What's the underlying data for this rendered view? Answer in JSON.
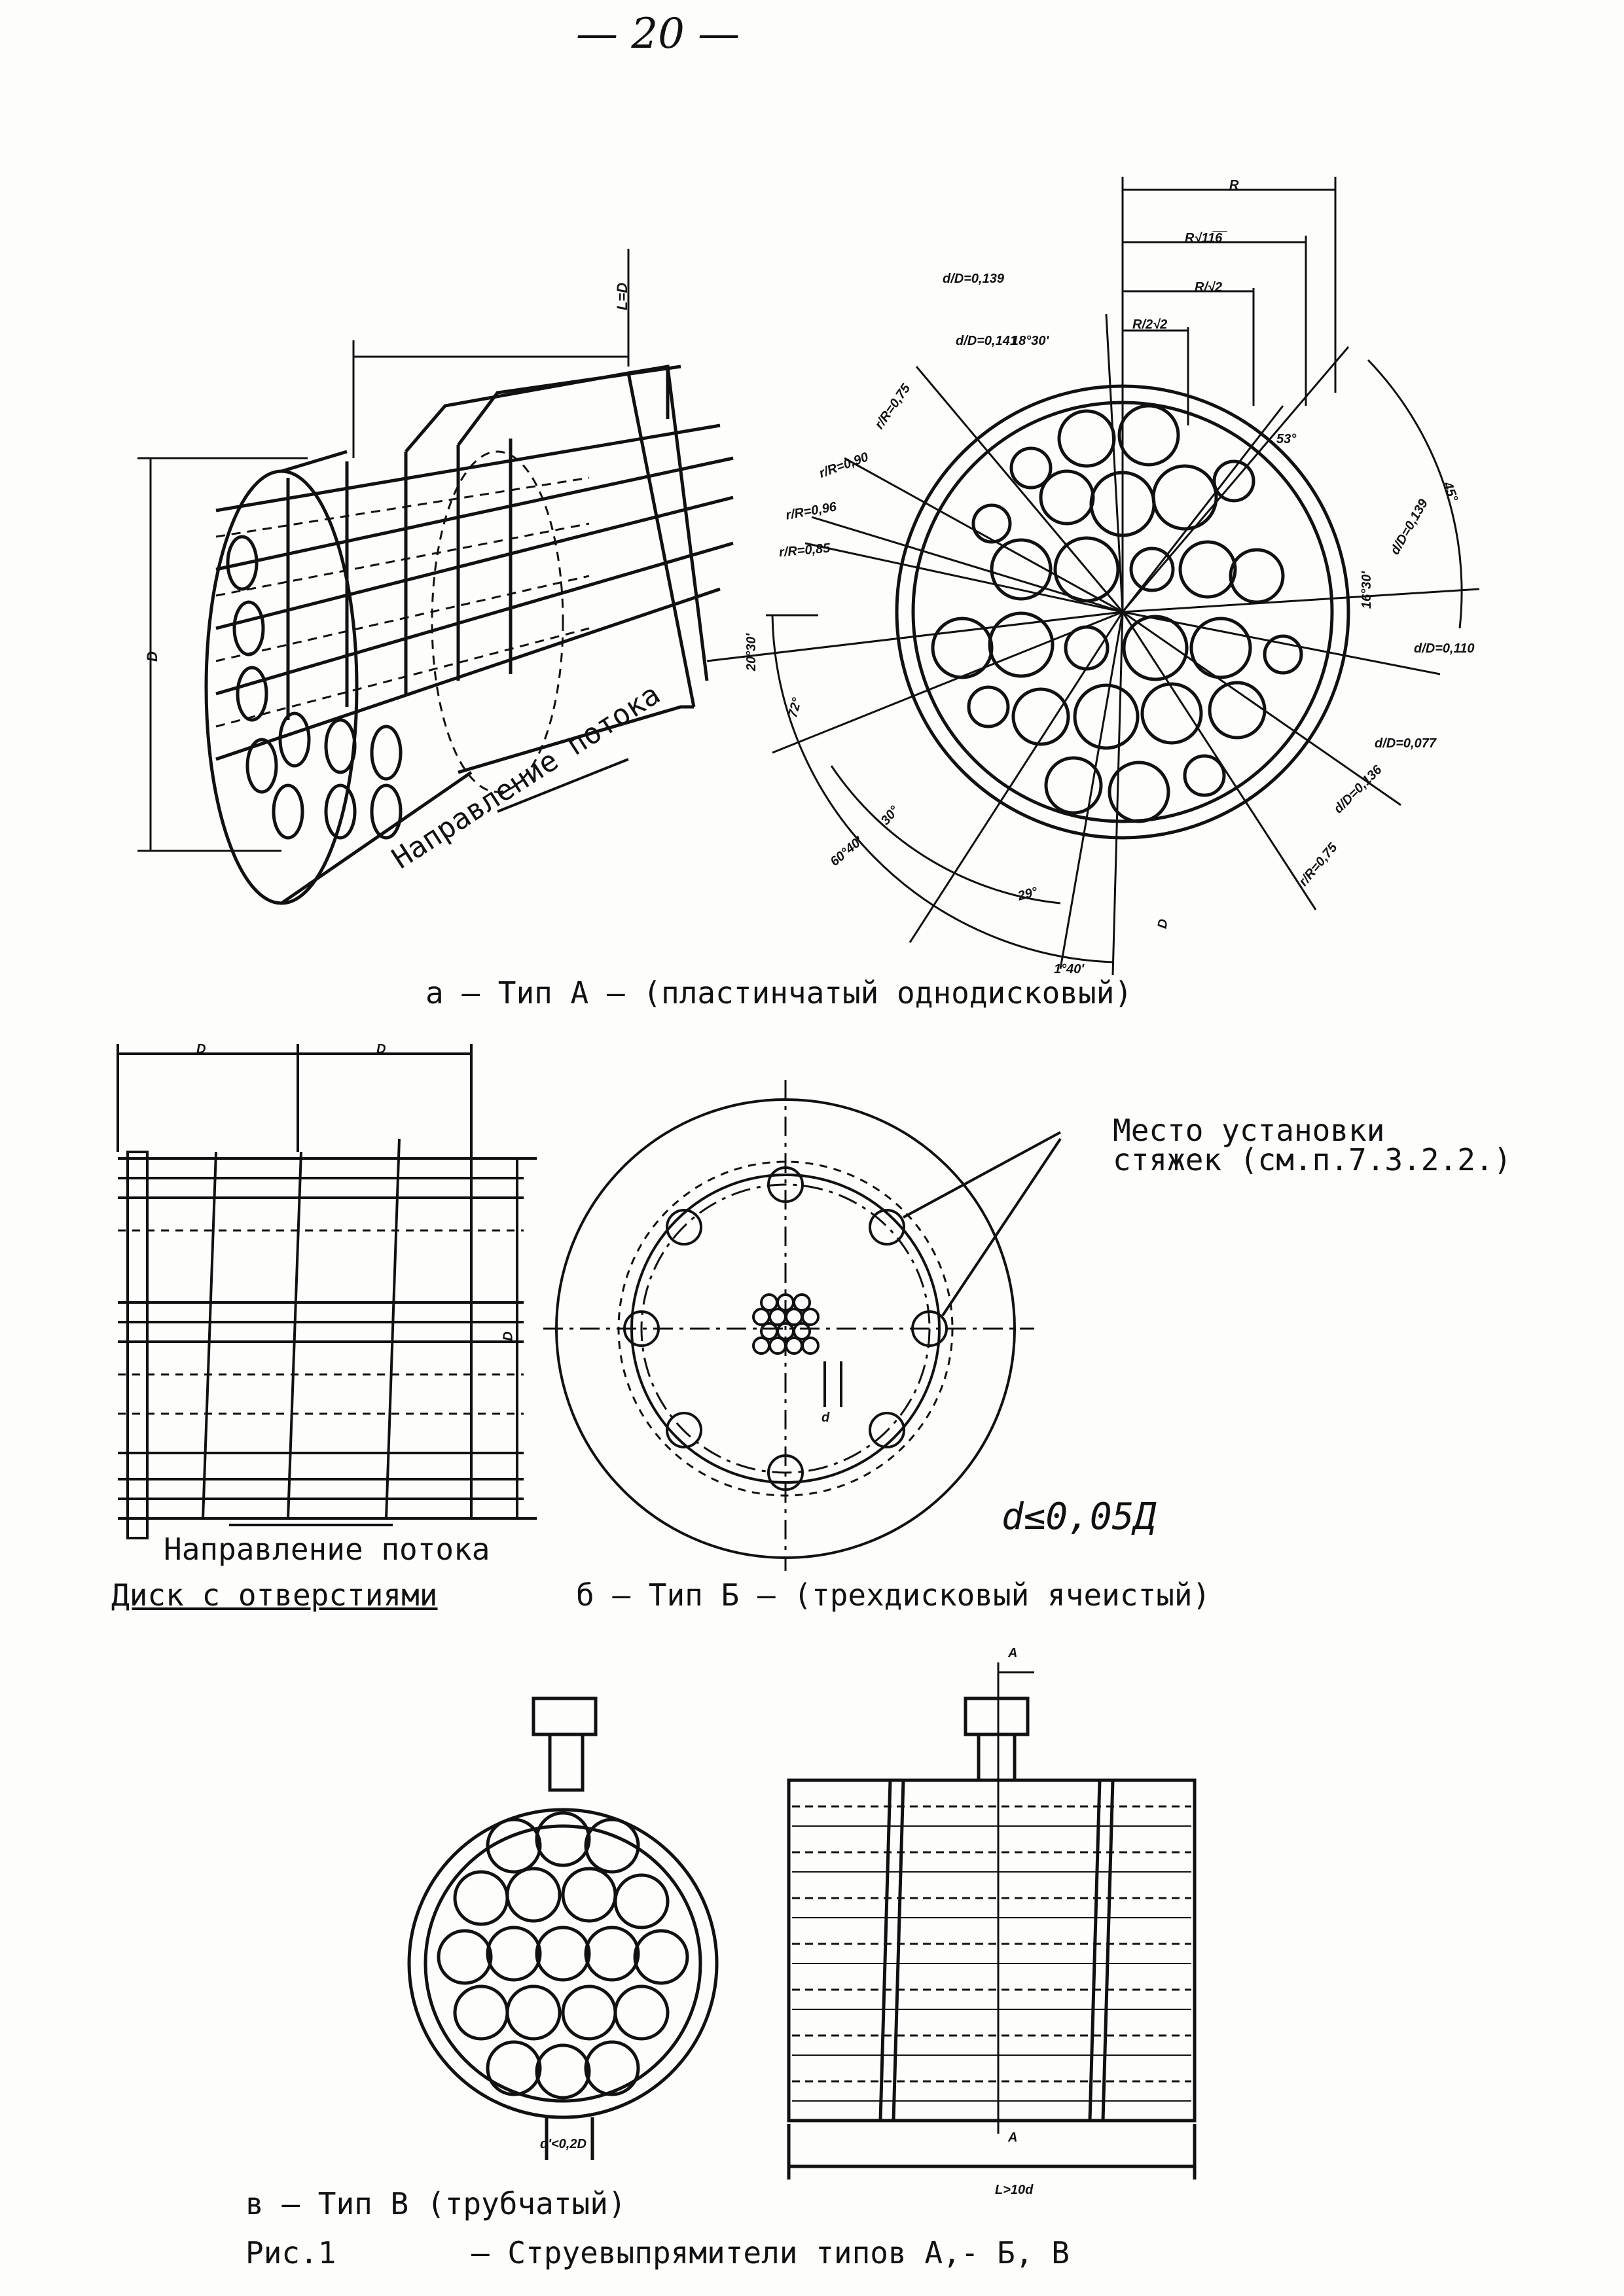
{
  "page_number": "— 20 —",
  "fig_a": {
    "caption": "а – Тип А – (пластинчатый однодисковый)",
    "flow_label": "Направление потока",
    "dim_length": "L=D",
    "dim_diameter": "D",
    "labels": {
      "R": "R",
      "R_sqrt": "R√11̅6̅",
      "R_half_sqrt2": "R/√2",
      "R_2sqrt2": "R/2√2",
      "do_139a": "d/D=0,139",
      "do_141": "d/D=0,141",
      "ang_18_30": "18°30'",
      "rR_075": "r/R=0,75",
      "rR_090": "r/R=0,90",
      "rR_096": "r/R=0,96",
      "rR_085": "r/R=0,85",
      "ang_53": "53°",
      "ang_45": "45°",
      "ang_16_30": "16°30'",
      "do_139b": "d/D=0,139",
      "do_110": "d/D=0,110",
      "do_077": "d/D=0,077",
      "do_136": "d/D=0,136",
      "rR_075b": "r/R=0,75",
      "ang_20_30": "20°30'",
      "ang_72": "72°",
      "ang_30": "30°",
      "ang_60_40": "60°40'",
      "ang_29": "29°",
      "ang_1_40": "1°40'",
      "D_label": "D"
    }
  },
  "fig_b": {
    "caption": "б – Тип Б – (трехдисковый ячеистый)",
    "flow_label": "Направление потока",
    "disk_label": "Диск с отверстиями",
    "place_label_1": "Место установки",
    "place_label_2": "стяжек (см.п.7.3.2.2.)",
    "formula": "d≤0,05Д",
    "dim_d": "D",
    "small_d": "d"
  },
  "fig_c": {
    "caption": "в – Тип В (трубчатый)",
    "dim_tube": "d'<0,2D",
    "dim_length": "L>10d",
    "section_a": "A"
  },
  "figure_caption": {
    "number": "Рис.1",
    "text": "– Струевыпрямители типов А,- Б, В"
  }
}
